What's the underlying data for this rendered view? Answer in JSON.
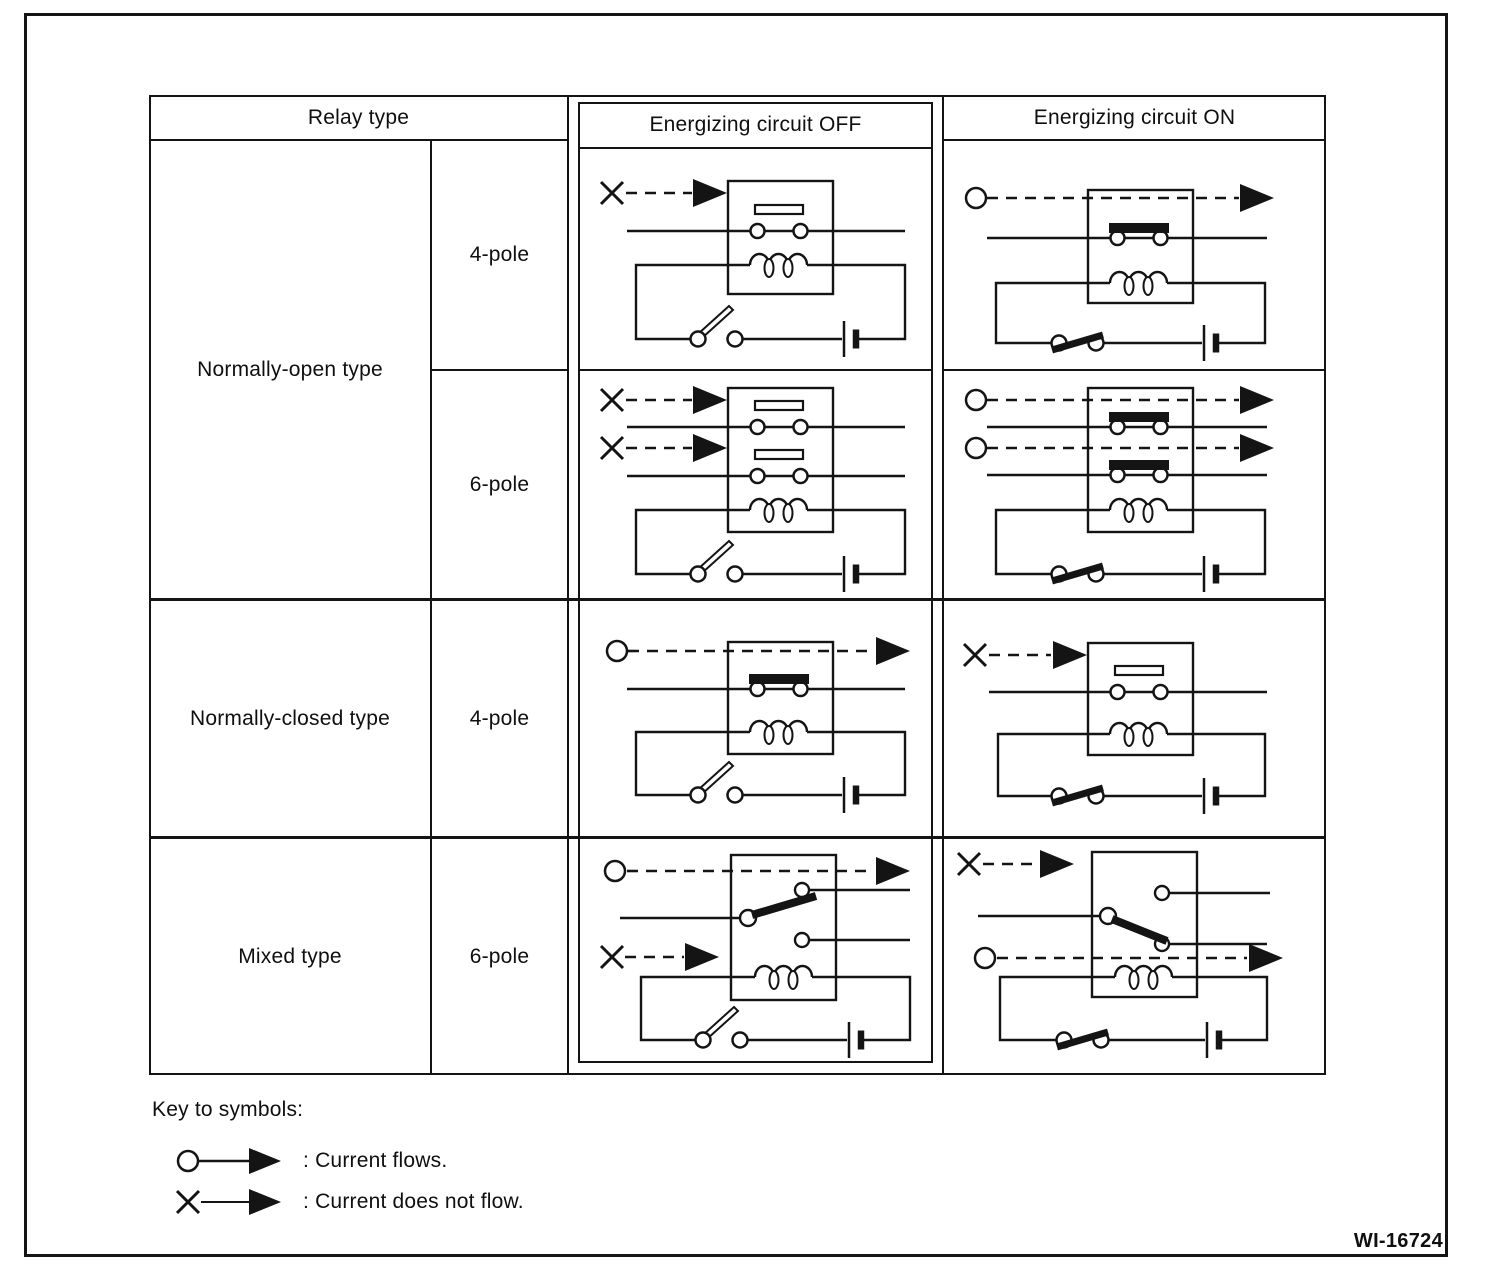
{
  "table": {
    "title_header": "Relay type",
    "off_header": "Energizing circuit OFF",
    "on_header": "Energizing circuit ON",
    "groups": [
      {
        "type": "Normally-open type",
        "poles": [
          "4-pole",
          "6-pole"
        ]
      },
      {
        "type": "Normally-closed type",
        "poles": [
          "4-pole"
        ]
      },
      {
        "type": "Mixed type",
        "poles": [
          "6-pole"
        ]
      }
    ]
  },
  "circuits": {
    "normally_open_4pole": {
      "off": {
        "input_symbol": "X",
        "flow": "blocked",
        "relay_contact": "open",
        "control_switch": "open"
      },
      "on": {
        "input_symbol": "O",
        "flow": "flows",
        "relay_contact": "closed",
        "control_switch": "closed"
      }
    },
    "normally_open_6pole": {
      "off": {
        "input_symbols": [
          "X",
          "X"
        ],
        "flows": [
          "blocked",
          "blocked"
        ],
        "relay_contacts": [
          "open",
          "open"
        ],
        "control_switch": "open"
      },
      "on": {
        "input_symbols": [
          "O",
          "O"
        ],
        "flows": [
          "flows",
          "flows"
        ],
        "relay_contacts": [
          "closed",
          "closed"
        ],
        "control_switch": "closed"
      }
    },
    "normally_closed_4pole": {
      "off": {
        "input_symbol": "O",
        "flow": "flows",
        "relay_contact": "closed",
        "control_switch": "open"
      },
      "on": {
        "input_symbol": "X",
        "flow": "blocked",
        "relay_contact": "open",
        "control_switch": "closed"
      }
    },
    "mixed_6pole": {
      "off": {
        "input_symbols": [
          "O",
          "X"
        ],
        "flows": [
          "flows",
          "blocked"
        ],
        "changeover_contact": "upper position",
        "control_switch": "open"
      },
      "on": {
        "input_symbols": [
          "X",
          "O"
        ],
        "flows": [
          "blocked",
          "flows"
        ],
        "changeover_contact": "lower position",
        "control_switch": "closed"
      }
    }
  },
  "key": {
    "title": "Key to symbols:",
    "flows_label": ": Current flows.",
    "no_flow_label": ": Current does not flow."
  },
  "footer": {
    "figure_id": "WI-16724"
  }
}
